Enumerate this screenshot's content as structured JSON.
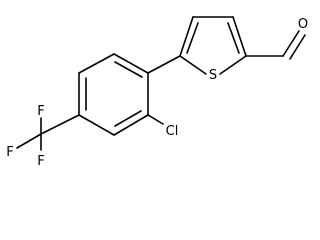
{
  "molecule": {
    "atoms": {
      "sulfur": "S",
      "oxygen": "O",
      "chlorine": "Cl",
      "fluorine_top": "F",
      "fluorine_left": "F",
      "fluorine_bottom": "F"
    }
  }
}
